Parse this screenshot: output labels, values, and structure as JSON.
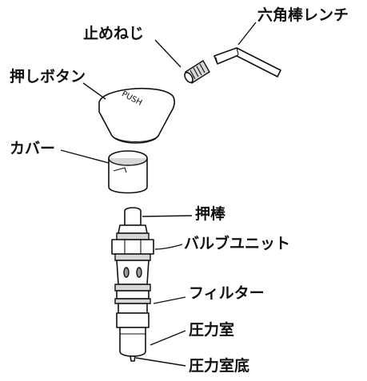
{
  "labels": {
    "set_screw": "止めねじ",
    "hex_wrench": "六角棒レンチ",
    "push_button": "押しボタン",
    "push_text": "PUSH",
    "cover": "カバー",
    "push_rod": "押棒",
    "valve_unit": "バルブユニット",
    "filter": "フィルター",
    "pressure_chamber": "圧力室",
    "pressure_chamber_bottom": "圧力室底"
  }
}
